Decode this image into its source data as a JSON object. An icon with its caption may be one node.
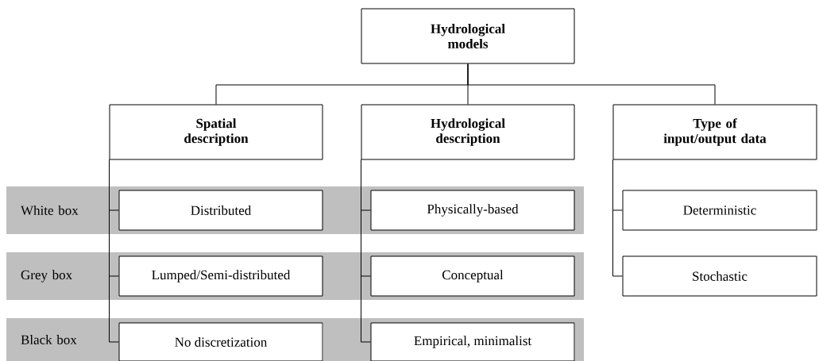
{
  "diagram": {
    "nodes": [
      {
        "text": [
          "Hydrological models"
        ]
      },
      {
        "text": [
          "Spatial description"
        ]
      },
      {
        "text": [
          "Hydrological description"
        ]
      },
      {
        "text": [
          "Type of input/output data"
        ]
      },
      {
        "text": [
          "White box"
        ]
      },
      {
        "text": [
          "Distributed"
        ],
        "in": 4
      },
      {
        "text": [
          "Physically-based"
        ],
        "in": 4
      },
      {
        "text": [
          "Deterministic"
        ]
      },
      {
        "text": [
          "Grey box"
        ]
      },
      {
        "text": [
          "Lumped/Semi-distributed"
        ],
        "in": 8
      },
      {
        "text": [
          "Conceptual"
        ],
        "in": 8
      },
      {
        "text": [
          "Stochastic"
        ]
      },
      {
        "text": [
          "Black box"
        ]
      },
      {
        "text": [
          "No discretization"
        ],
        "in": 12
      },
      {
        "text": [
          "Empirical, minimalist"
        ],
        "in": 12
      }
    ],
    "edges": [
      {
        "from": 0,
        "to": 1,
        "arrow": "none"
      },
      {
        "from": 0,
        "to": 2,
        "arrow": "none"
      },
      {
        "from": 0,
        "to": 3,
        "arrow": "none"
      },
      {
        "from": 1,
        "to": 5,
        "arrow": "none"
      },
      {
        "from": 1,
        "to": 9,
        "arrow": "none"
      },
      {
        "from": 1,
        "to": 13,
        "arrow": "none"
      },
      {
        "from": 2,
        "to": 6,
        "arrow": "none"
      },
      {
        "from": 2,
        "to": 10,
        "arrow": "none"
      },
      {
        "from": 2,
        "to": 14,
        "arrow": "none"
      },
      {
        "from": 3,
        "to": 7,
        "arrow": "none"
      },
      {
        "from": 3,
        "to": 11,
        "arrow": "none"
      }
    ]
  }
}
